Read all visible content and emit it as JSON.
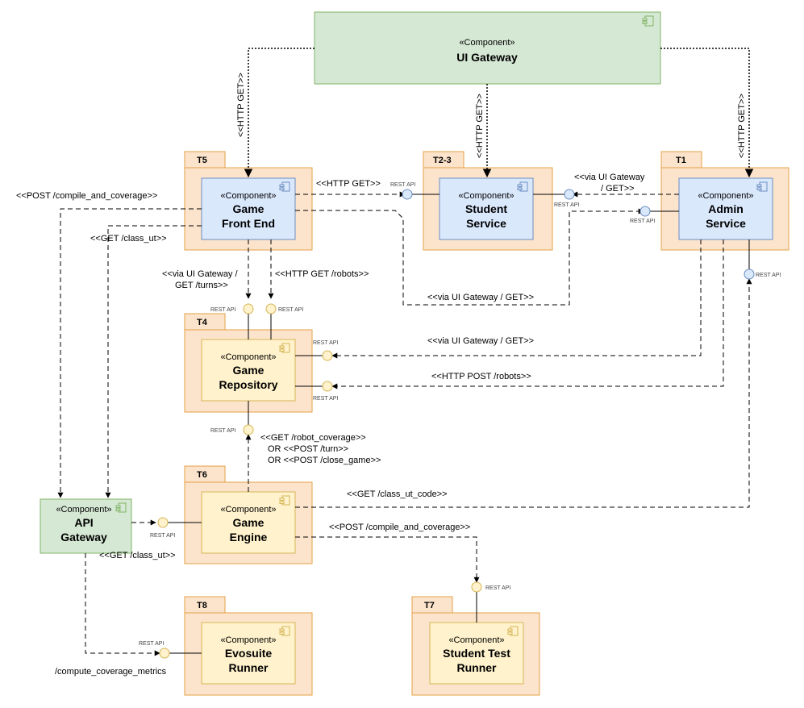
{
  "colors": {
    "package_fill": "#fce4cc",
    "package_stroke": "#e5a046",
    "blue_fill": "#dae8fc",
    "blue_stroke": "#6c8ebf",
    "green_fill": "#d5e8d4",
    "green_stroke": "#82b366",
    "yellow_fill": "#fff2cc",
    "yellow_stroke": "#d6b656"
  },
  "stereotype": "«Component»",
  "rest_api": "REST API",
  "packages": {
    "t5": "T5",
    "t23": "T2-3",
    "t1": "T1",
    "t4": "T4",
    "t6": "T6",
    "t8": "T8",
    "t7": "T7"
  },
  "components": {
    "ui_gateway": [
      "UI Gateway"
    ],
    "game_front_end": [
      "Game",
      "Front End"
    ],
    "student_service": [
      "Student",
      "Service"
    ],
    "admin_service": [
      "Admin",
      "Service"
    ],
    "game_repository": [
      "Game",
      "Repository"
    ],
    "api_gateway": [
      "API",
      "Gateway"
    ],
    "game_engine": [
      "Game",
      "Engine"
    ],
    "evosuite_runner": [
      "Evosuite",
      "Runner"
    ],
    "student_test_runner": [
      "Student Test",
      "Runner"
    ]
  },
  "labels": {
    "http_get_vertical": "<<HTTP GET>>",
    "http_get": "<<HTTP GET>>",
    "via_gateway_get_split": [
      "<<via UI Gateway",
      "/ GET>>"
    ],
    "post_compile_left": "<<POST /compile_and_coverage>>",
    "get_class_ut": "<<GET /class_ut>>",
    "via_gateway_turns": [
      "<<via UI Gateway /",
      "GET /turns>>"
    ],
    "http_get_robots": "<<HTTP GET /robots>>",
    "via_gateway_get_1": "<<via UI Gateway / GET>>",
    "via_gateway_get_2": "<<via UI Gateway / GET>>",
    "http_post_robots": "<<HTTP POST /robots>>",
    "engine_to_repo": [
      "<<GET /robot_coverage>>",
      "OR <<POST /turn>>",
      "OR <<POST /close_game>>"
    ],
    "get_class_ut_code": "<<GET /class_ut_code>>",
    "post_compile_engine": "<<POST /compile_and_coverage>>",
    "get_class_ut_engine": "<<GET /class_ut>>",
    "compute_coverage": "/compute_coverage_metrics"
  }
}
